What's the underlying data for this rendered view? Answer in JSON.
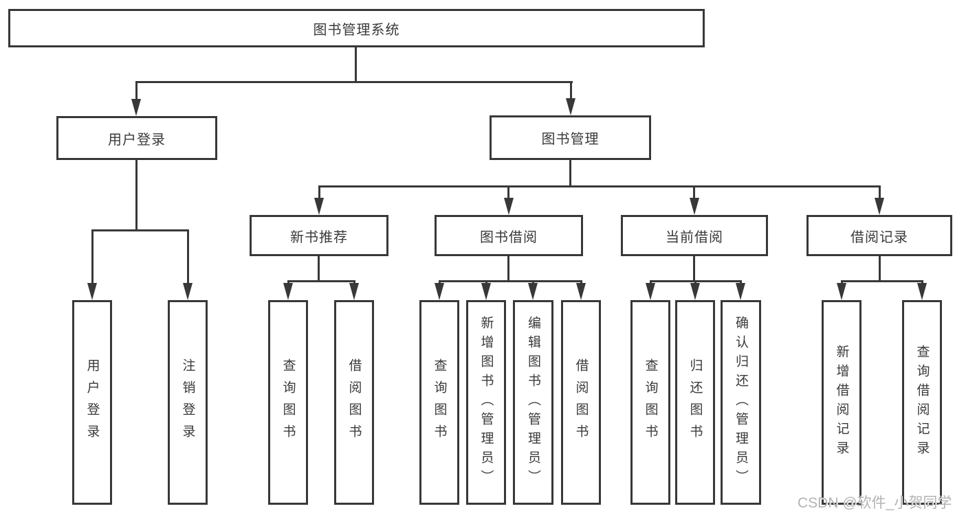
{
  "diagram_title": "图书管理系统",
  "tree": {
    "label": "图书管理系统",
    "children": [
      {
        "label": "用户登录",
        "children": [
          {
            "label": "用户登录"
          },
          {
            "label": "注销登录"
          }
        ]
      },
      {
        "label": "图书管理",
        "children": [
          {
            "label": "新书推荐",
            "children": [
              {
                "label": "查询图书"
              },
              {
                "label": "借阅图书"
              }
            ]
          },
          {
            "label": "图书借阅",
            "children": [
              {
                "label": "查询图书"
              },
              {
                "label": "新增图书（管理员）"
              },
              {
                "label": "编辑图书（管理员）"
              },
              {
                "label": "借阅图书"
              }
            ]
          },
          {
            "label": "当前借阅",
            "children": [
              {
                "label": "查询图书"
              },
              {
                "label": "归还图书"
              },
              {
                "label": "确认归还（管理员）"
              }
            ]
          },
          {
            "label": "借阅记录",
            "children": [
              {
                "label": "新增借阅记录"
              },
              {
                "label": "查询借阅记录"
              }
            ]
          }
        ]
      }
    ]
  },
  "watermark": "CSDN @软件_小贺同学",
  "colors": {
    "line": "#383838",
    "text": "#3a3a3a",
    "background": "#ffffff",
    "watermark": "#b3b3b3"
  }
}
